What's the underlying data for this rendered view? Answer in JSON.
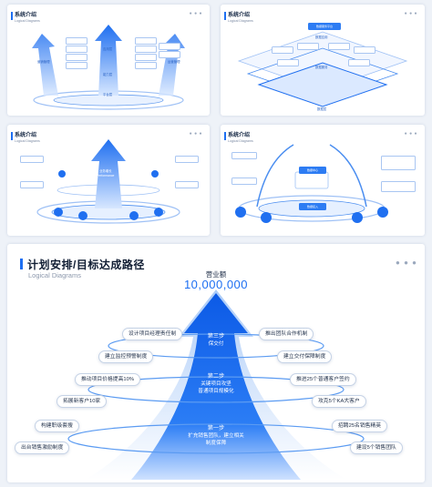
{
  "thumbnails": [
    {
      "title": "系统介绍",
      "subtitle": "Logical Diagrams",
      "center_labels": [
        "应用层",
        "能力层",
        "平台层"
      ],
      "side_labels": [
        "营销管理",
        "运营管理"
      ]
    },
    {
      "title": "系统介绍",
      "subtitle": "Logical Diagrams",
      "top_label": "数据服务平台",
      "layer_labels": [
        "数据应用",
        "数据服务",
        "数据层"
      ]
    },
    {
      "title": "系统介绍",
      "subtitle": "Logical Diagrams",
      "arrow_labels": [
        "业务增长",
        "Performance"
      ]
    },
    {
      "title": "系统介绍",
      "subtitle": "Logical Diagrams",
      "center_labels": [
        "数据中心",
        "数据接入"
      ]
    }
  ],
  "main": {
    "title": "计划安排/目标达成路径",
    "subtitle": "Logical Diagrams",
    "goal_label": "营业额",
    "goal_value": "10,000,000",
    "stages": [
      {
        "name": "第三步",
        "text_lines": [
          "保交付"
        ]
      },
      {
        "name": "第二步",
        "text_lines": [
          "关键项目攻坚",
          "普通项目规模化"
        ]
      },
      {
        "name": "第一步",
        "text_lines": [
          "扩充销售团队，建立相关",
          "制度保障"
        ]
      }
    ],
    "left_items": [
      "设计项目经理责任制",
      "建立监控预警制度",
      "推动项目价格提高10%",
      "拓展新客户10家",
      "构建职级套搜",
      "出台销售激励制度"
    ],
    "right_items": [
      "推出团队合作机制",
      "建立交付保障制度",
      "推进25个普通客户签约",
      "攻克5个KA大客户",
      "招聘25名销售精英",
      "建设5个销售团队"
    ]
  },
  "colors": {
    "accent": "#1d6ff2",
    "arrow_dark": "#0d5ee8",
    "arrow_light": "#cfe2ff",
    "title": "#101d33"
  }
}
